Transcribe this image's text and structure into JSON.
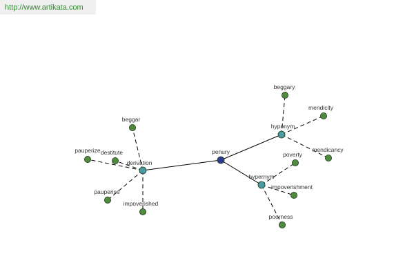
{
  "header": {
    "url": "http://www.artikata.com"
  },
  "colors": {
    "center": "#2d3a8c",
    "relation": "#4a9aa0",
    "word": "#4f8a3e",
    "edge": "#000000",
    "url": "#2f8a2f"
  },
  "graph": {
    "nodes": [
      {
        "id": "penury",
        "label": "penury",
        "kind": "center"
      },
      {
        "id": "derivation",
        "label": "derivation",
        "kind": "relation"
      },
      {
        "id": "hyponym",
        "label": "hyponym",
        "kind": "relation"
      },
      {
        "id": "hypernym",
        "label": "hypernym",
        "kind": "relation"
      },
      {
        "id": "beggar",
        "label": "beggar",
        "kind": "word"
      },
      {
        "id": "pauperize",
        "label": "pauperize",
        "kind": "word"
      },
      {
        "id": "destitute",
        "label": "destitute",
        "kind": "word"
      },
      {
        "id": "pauperise",
        "label": "pauperise",
        "kind": "word"
      },
      {
        "id": "impoverished",
        "label": "impoverished",
        "kind": "word"
      },
      {
        "id": "beggary",
        "label": "beggary",
        "kind": "word"
      },
      {
        "id": "mendicity",
        "label": "mendicity",
        "kind": "word"
      },
      {
        "id": "mendicancy",
        "label": "mendicancy",
        "kind": "word"
      },
      {
        "id": "poverty",
        "label": "poverty",
        "kind": "word"
      },
      {
        "id": "impoverishment",
        "label": "impoverishment",
        "kind": "word"
      },
      {
        "id": "poorness",
        "label": "poorness",
        "kind": "word"
      }
    ],
    "edges": [
      {
        "from": "penury",
        "to": "derivation",
        "style": "solid"
      },
      {
        "from": "penury",
        "to": "hyponym",
        "style": "solid"
      },
      {
        "from": "penury",
        "to": "hypernym",
        "style": "solid"
      },
      {
        "from": "derivation",
        "to": "beggar",
        "style": "dashed"
      },
      {
        "from": "derivation",
        "to": "pauperize",
        "style": "dashed"
      },
      {
        "from": "derivation",
        "to": "destitute",
        "style": "dashed"
      },
      {
        "from": "derivation",
        "to": "pauperise",
        "style": "dashed"
      },
      {
        "from": "derivation",
        "to": "impoverished",
        "style": "dashed"
      },
      {
        "from": "hyponym",
        "to": "beggary",
        "style": "dashed"
      },
      {
        "from": "hyponym",
        "to": "mendicity",
        "style": "dashed"
      },
      {
        "from": "hyponym",
        "to": "mendicancy",
        "style": "dashed"
      },
      {
        "from": "hypernym",
        "to": "poverty",
        "style": "dashed"
      },
      {
        "from": "hypernym",
        "to": "impoverishment",
        "style": "dashed"
      },
      {
        "from": "hypernym",
        "to": "poorness",
        "style": "dashed"
      }
    ]
  }
}
